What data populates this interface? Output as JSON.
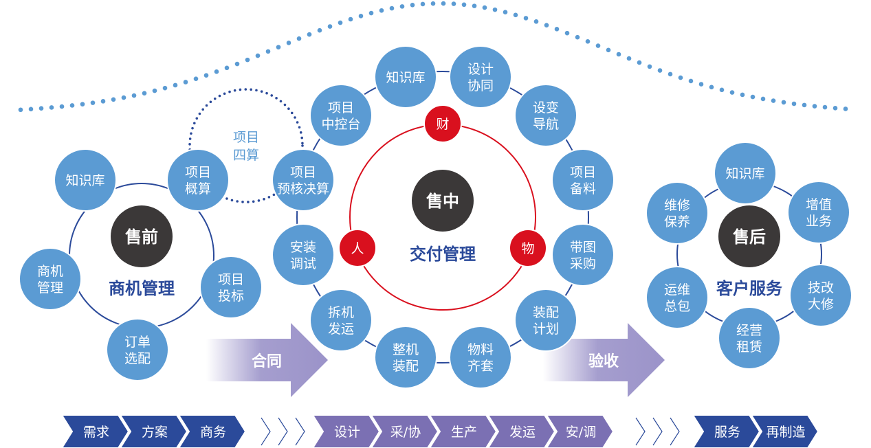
{
  "colors": {
    "bubble": "#5b9bd3",
    "navy": "#2b4a9a",
    "center": "#3b3838",
    "red": "#d9101e",
    "purple": "#7b70b3",
    "arrow": "#9b93c9"
  },
  "pre_sale": {
    "center": "售前",
    "label": "商机管理",
    "bubbles": [
      [
        "知识库"
      ],
      [
        "项目",
        "概算"
      ],
      [
        "商机",
        "管理"
      ],
      [
        "项目",
        "投标"
      ],
      [
        "订单",
        "选配"
      ]
    ]
  },
  "four_calc": [
    "项目",
    "四算"
  ],
  "in_sale": {
    "center": "售中",
    "label": "交付管理",
    "red": [
      "财",
      "人",
      "物"
    ],
    "bubbles": [
      [
        "知识库"
      ],
      [
        "设计",
        "协同"
      ],
      [
        "项目",
        "中控台"
      ],
      [
        "设变",
        "导航"
      ],
      [
        "项目",
        "预核决算"
      ],
      [
        "项目",
        "备料"
      ],
      [
        "安装",
        "调试"
      ],
      [
        "带图",
        "采购"
      ],
      [
        "拆机",
        "发运"
      ],
      [
        "装配",
        "计划"
      ],
      [
        "整机",
        "装配"
      ],
      [
        "物料",
        "齐套"
      ]
    ]
  },
  "after_sale": {
    "center": "售后",
    "label": "客户服务",
    "bubbles": [
      [
        "知识库"
      ],
      [
        "维修",
        "保养"
      ],
      [
        "增值",
        "业务"
      ],
      [
        "运维",
        "总包"
      ],
      [
        "技改",
        "大修"
      ],
      [
        "经营",
        "租赁"
      ]
    ]
  },
  "arrows": [
    "合同",
    "验收"
  ],
  "steps": {
    "pre": [
      "需求",
      "方案",
      "商务"
    ],
    "mid": [
      "设计",
      "采/协",
      "生产",
      "发运",
      "安/调"
    ],
    "post": [
      "服务",
      "再制造"
    ]
  }
}
